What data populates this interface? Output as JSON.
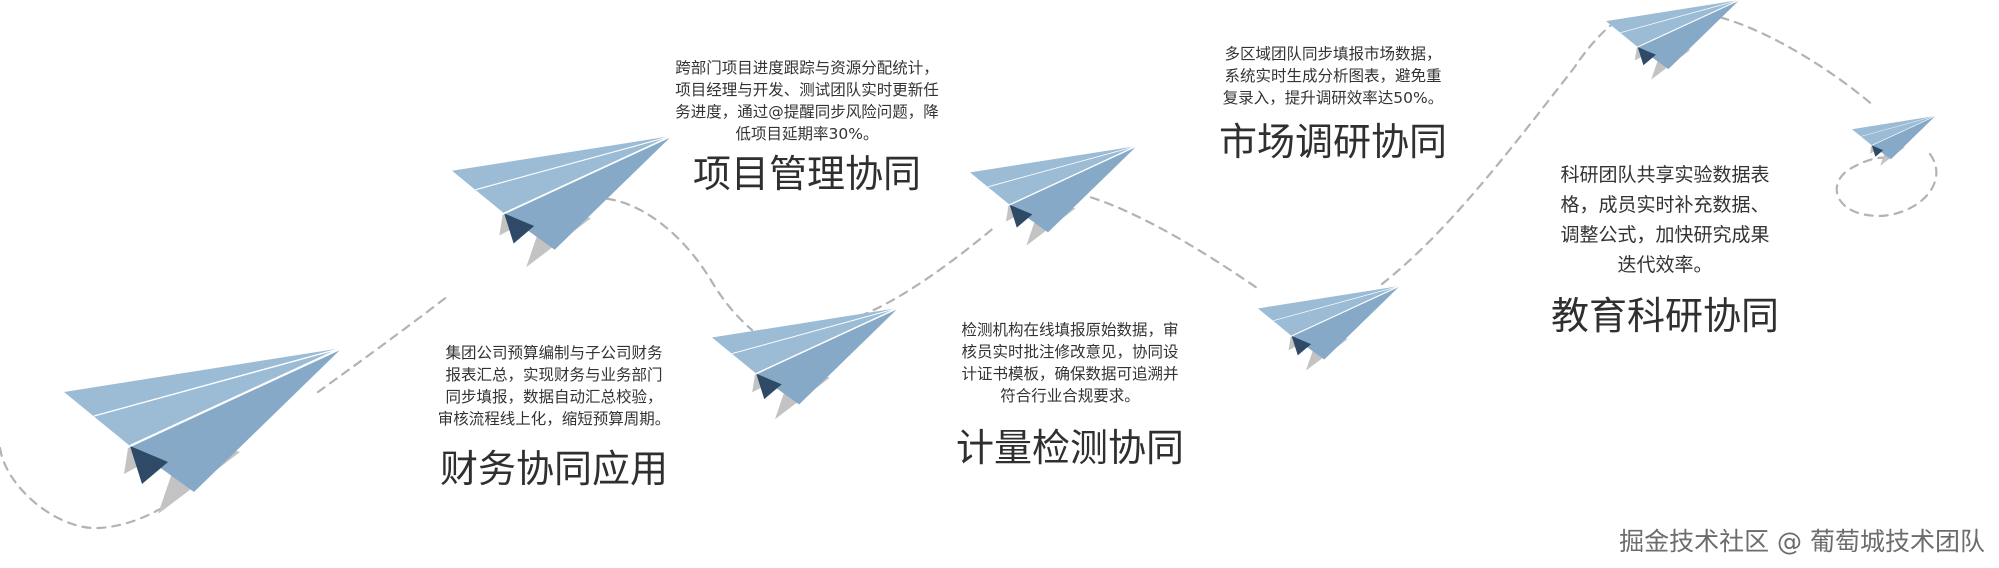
{
  "colors": {
    "plane_light": "#9cbcd6",
    "plane_mid": "#86a9c7",
    "plane_dark": "#2e4a66",
    "plane_shadow": "#c3c3c3",
    "crease": "#ffffff",
    "path": "#b3b3b3",
    "text": "#333333"
  },
  "sections": [
    {
      "id": "finance",
      "title": "财务协同应用",
      "description": "集团公司预算编制与子公司财务\n报表汇总，实现财务与业务部门\n同步填报，数据自动汇总校验，\n审核流程线上化，缩短预算周期。"
    },
    {
      "id": "project",
      "title": "项目管理协同",
      "description": "跨部门项目进度跟踪与资源分配统计，\n项目经理与开发、测试团队实时更新任\n务进度，通过@提醒同步风险问题，降\n低项目延期率30%。"
    },
    {
      "id": "metrology",
      "title": "计量检测协同",
      "description": "检测机构在线填报原始数据，审\n核员实时批注修改意见，协同设\n计证书模板，确保数据可追溯并\n符合行业合规要求。"
    },
    {
      "id": "market",
      "title": "市场调研协同",
      "description": "多区域团队同步填报市场数据，\n系统实时生成分析图表，避免重\n复录入，提升调研效率达50%。"
    },
    {
      "id": "research",
      "title": "教育科研协同",
      "description": "科研团队共享实验数据表\n格，成员实时补充数据、\n调整公式，加快研究成果\n迭代效率。"
    }
  ],
  "watermark": "掘金技术社区 @ 葡萄城技术团队"
}
